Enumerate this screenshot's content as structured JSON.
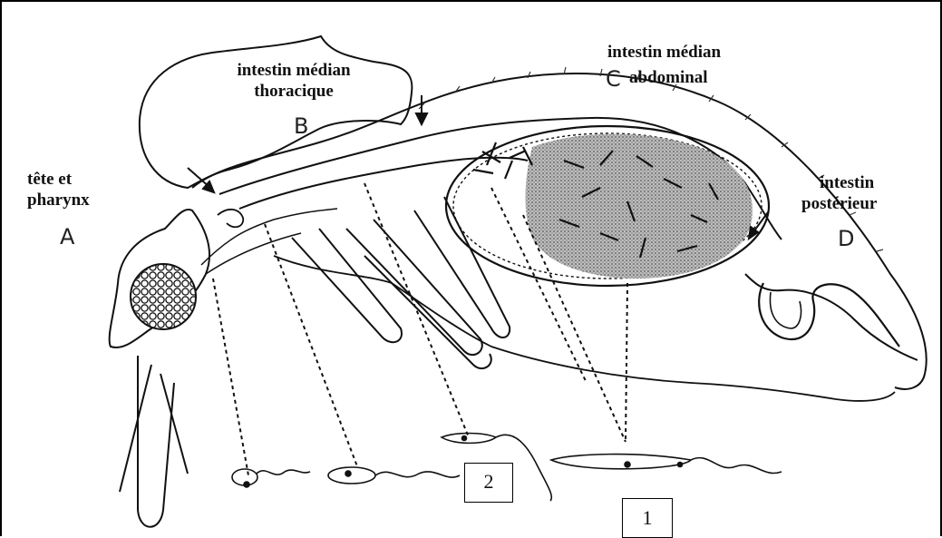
{
  "labels": {
    "midgut_thoracic_line1": "intestin médian",
    "midgut_thoracic_line2": "thoracique",
    "midgut_thoracic_letter": "B",
    "midgut_abdominal_line1": "intestin médian",
    "midgut_abdominal_line2": "abdominal",
    "midgut_abdominal_letter": "C",
    "head_line1": "tête et",
    "head_line2": "pharynx",
    "head_letter": "A",
    "hindgut_line1": "intestin",
    "hindgut_line2": "postérieur",
    "hindgut_letter": "D"
  },
  "boxes": {
    "box_2": "2",
    "box_1": "1"
  }
}
